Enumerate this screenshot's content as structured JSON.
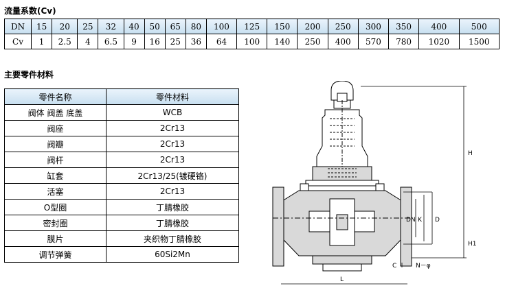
{
  "flow_section": {
    "title": "流量系数(Cv)",
    "header_label": "DN",
    "row_label": "Cv",
    "dn": [
      "15",
      "20",
      "25",
      "32",
      "40",
      "50",
      "65",
      "80",
      "100",
      "125",
      "150",
      "200",
      "250",
      "300",
      "350",
      "400",
      "500"
    ],
    "cv": [
      "1",
      "2.5",
      "4",
      "6.5",
      "9",
      "16",
      "25",
      "36",
      "64",
      "100",
      "140",
      "250",
      "400",
      "570",
      "780",
      "1020",
      "1500"
    ]
  },
  "materials_section": {
    "title": "主要零件材料",
    "columns": [
      "零件名称",
      "零件材料"
    ],
    "rows": [
      {
        "part": "阀体 阀盖 底盖",
        "material": "WCB"
      },
      {
        "part": "阀座",
        "material": "2Cr13"
      },
      {
        "part": "阀瓣",
        "material": "2Cr13"
      },
      {
        "part": "阀杆",
        "material": "2Cr13"
      },
      {
        "part": "缸套",
        "material": "2Cr13/25(镀硬铬)"
      },
      {
        "part": "活塞",
        "material": "2Cr13"
      },
      {
        "part": "O型圈",
        "material": "丁腈橡胶"
      },
      {
        "part": "密封圈",
        "material": "丁腈橡胶"
      },
      {
        "part": "膜片",
        "material": "夹织物丁腈橡胶"
      },
      {
        "part": "调节弹簧",
        "material": "60Si2Mn"
      }
    ]
  },
  "diagram": {
    "labels": {
      "h": "H",
      "h1": "H1",
      "dn": "DN",
      "k": "K",
      "d": "D",
      "c": "C",
      "l": "L",
      "n_phi": "N－φ"
    },
    "colors": {
      "line": "#000000",
      "body": "#d9d9d9",
      "background": "#ffffff"
    }
  }
}
